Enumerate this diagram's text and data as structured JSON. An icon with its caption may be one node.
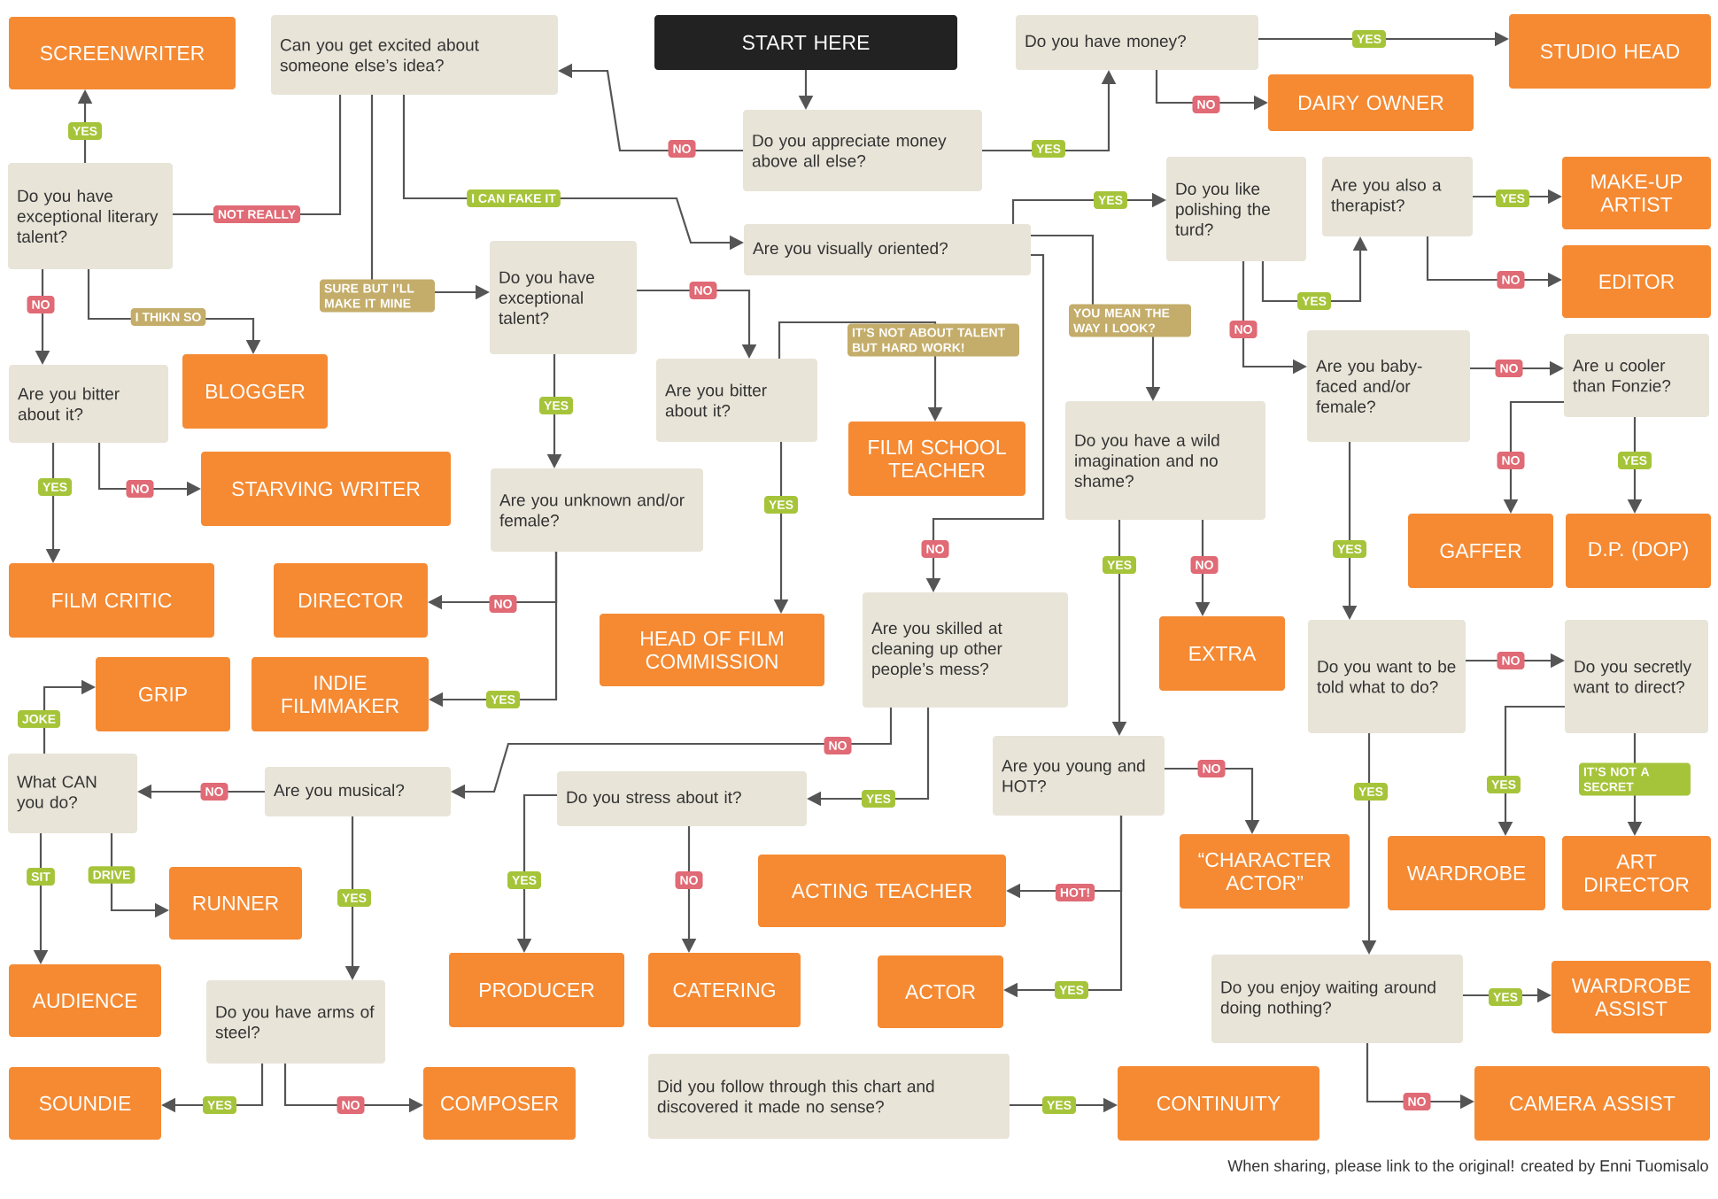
{
  "diagram": {
    "nodes": [
      {
        "text": [
          "START HERE"
        ]
      },
      {
        "text": [
          "Do you appreciate money above all else?"
        ]
      },
      {
        "text": [
          "Can you get excited about someone else’s idea?"
        ]
      },
      {
        "text": [
          "Do you have money?"
        ]
      },
      {
        "text": [
          "STUDIO HEAD"
        ]
      },
      {
        "text": [
          "DAIRY OWNER"
        ]
      },
      {
        "text": [
          "SCREENWRITER"
        ]
      },
      {
        "text": [
          "Do you have exceptional literary talent?"
        ]
      },
      {
        "text": [
          "BLOGGER"
        ]
      },
      {
        "text": [
          "Are you bitter about it?"
        ]
      },
      {
        "text": [
          "STARVING WRITER"
        ]
      },
      {
        "text": [
          "FILM CRITIC"
        ]
      },
      {
        "text": [
          "Do you have exceptional talent?"
        ]
      },
      {
        "text": [
          "Are you bitter about it?"
        ]
      },
      {
        "text": [
          "Are you unknown and/or female?"
        ]
      },
      {
        "text": [
          "DIRECTOR"
        ]
      },
      {
        "text": [
          "INDIE FILMMAKER"
        ]
      },
      {
        "text": [
          "HEAD OF FILM COMMISSION"
        ]
      },
      {
        "text": [
          "FILM SCHOOL TEACHER"
        ]
      },
      {
        "text": [
          "Are you visually oriented?"
        ]
      },
      {
        "text": [
          "Do you like polishing the turd?"
        ]
      },
      {
        "text": [
          "Are you also a therapist?"
        ]
      },
      {
        "text": [
          "MAKE-UP ARTIST"
        ]
      },
      {
        "text": [
          "EDITOR"
        ]
      },
      {
        "text": [
          "Are you baby-faced and/or female?"
        ]
      },
      {
        "text": [
          "Are u cooler than Fonzie?"
        ]
      },
      {
        "text": [
          "GAFFER"
        ]
      },
      {
        "text": [
          "D.P. (DOP)"
        ]
      },
      {
        "text": [
          "Do you have a wild imagination and no shame?"
        ]
      },
      {
        "text": [
          "EXTRA"
        ]
      },
      {
        "text": [
          "Do you want to be told what to do?"
        ]
      },
      {
        "text": [
          "Do you secretly want to direct?"
        ]
      },
      {
        "text": [
          "WARDROBE"
        ]
      },
      {
        "text": [
          "ART DIRECTOR"
        ]
      },
      {
        "text": [
          "Are you skilled at cleaning up other people’s mess?"
        ]
      },
      {
        "text": [
          "Are you musical?"
        ]
      },
      {
        "text": [
          "Do you stress about it?"
        ]
      },
      {
        "text": [
          "Are you young and HOT?"
        ]
      },
      {
        "text": [
          "“CHARACTER ACTOR”"
        ]
      },
      {
        "text": [
          "ACTING TEACHER"
        ]
      },
      {
        "text": [
          "ACTOR"
        ]
      },
      {
        "text": [
          "Do you enjoy waiting around doing nothing?"
        ]
      },
      {
        "text": [
          "WARDROBE ASSIST"
        ]
      },
      {
        "text": [
          "CAMERA ASSIST"
        ]
      },
      {
        "text": [
          "What CAN you do?"
        ]
      },
      {
        "text": [
          "GRIP"
        ]
      },
      {
        "text": [
          "RUNNER"
        ]
      },
      {
        "text": [
          "AUDIENCE"
        ]
      },
      {
        "text": [
          "Do you have arms of steel?"
        ]
      },
      {
        "text": [
          "SOUNDIE"
        ]
      },
      {
        "text": [
          "COMPOSER"
        ]
      },
      {
        "text": [
          "PRODUCER"
        ]
      },
      {
        "text": [
          "CATERING"
        ]
      },
      {
        "text": [
          "Did you follow through this chart and discovered it made no sense?"
        ]
      },
      {
        "text": [
          "CONTINUITY"
        ]
      }
    ],
    "edges": [
      {
        "from": 0,
        "to": 1,
        "arrow": "to"
      },
      {
        "from": 1,
        "to": 2,
        "arrow": "to",
        "label": "NO"
      },
      {
        "from": 1,
        "to": 3,
        "arrow": "to",
        "label": "YES"
      },
      {
        "from": 3,
        "to": 4,
        "arrow": "to",
        "label": "YES"
      },
      {
        "from": 3,
        "to": 5,
        "arrow": "to",
        "label": "NO"
      },
      {
        "from": 2,
        "to": 7,
        "arrow": "none",
        "label": "NOT REALLY"
      },
      {
        "from": 2,
        "to": 19,
        "arrow": "to",
        "label": "I CAN FAKE IT"
      },
      {
        "from": 2,
        "to": 12,
        "arrow": "to",
        "label": "SURE BUT I’LL MAKE IT MINE"
      },
      {
        "from": 7,
        "to": 6,
        "arrow": "to",
        "label": "YES"
      },
      {
        "from": 7,
        "to": 9,
        "arrow": "to",
        "label": "NO"
      },
      {
        "from": 7,
        "to": 8,
        "arrow": "to",
        "label": "I THIKN SO"
      },
      {
        "from": 9,
        "to": 11,
        "arrow": "to",
        "label": "YES"
      },
      {
        "from": 9,
        "to": 10,
        "arrow": "to",
        "label": "NO"
      },
      {
        "from": 12,
        "to": 13,
        "arrow": "to",
        "label": "NO"
      },
      {
        "from": 12,
        "to": 14,
        "arrow": "to",
        "label": "YES"
      },
      {
        "from": 14,
        "to": 15,
        "arrow": "to",
        "label": "NO"
      },
      {
        "from": 14,
        "to": 16,
        "arrow": "to",
        "label": "YES"
      },
      {
        "from": 13,
        "to": 17,
        "arrow": "to",
        "label": "YES"
      },
      {
        "from": 13,
        "to": 18,
        "arrow": "to",
        "label": "IT’S NOT ABOUT TALENT BUT HARD WORK!"
      },
      {
        "from": 19,
        "to": 20,
        "arrow": "to",
        "label": "YES"
      },
      {
        "from": 19,
        "to": 28,
        "arrow": "to",
        "label": "YOU MEAN THE WAY I LOOK?"
      },
      {
        "from": 19,
        "to": 34,
        "arrow": "to",
        "label": "NO"
      },
      {
        "from": 20,
        "to": 21,
        "arrow": "to",
        "label": "YES"
      },
      {
        "from": 20,
        "to": 24,
        "arrow": "to",
        "label": "NO"
      },
      {
        "from": 21,
        "to": 22,
        "arrow": "to",
        "label": "YES"
      },
      {
        "from": 21,
        "to": 23,
        "arrow": "to",
        "label": "NO"
      },
      {
        "from": 24,
        "to": 25,
        "arrow": "to",
        "label": "NO"
      },
      {
        "from": 25,
        "to": 26,
        "arrow": "to",
        "label": "NO"
      },
      {
        "from": 25,
        "to": 27,
        "arrow": "to",
        "label": "YES"
      },
      {
        "from": 24,
        "to": 30,
        "arrow": "to",
        "label": "YES"
      },
      {
        "from": 28,
        "to": 29,
        "arrow": "to",
        "label": "NO"
      },
      {
        "from": 28,
        "to": 37,
        "arrow": "to",
        "label": "YES"
      },
      {
        "from": 30,
        "to": 31,
        "arrow": "to",
        "label": "NO"
      },
      {
        "from": 30,
        "to": 41,
        "arrow": "to",
        "label": "YES"
      },
      {
        "from": 31,
        "to": 32,
        "arrow": "to",
        "label": "YES"
      },
      {
        "from": 31,
        "to": 33,
        "arrow": "to",
        "label": "IT’S NOT A SECRET"
      },
      {
        "from": 37,
        "to": 38,
        "arrow": "to",
        "label": "NO"
      },
      {
        "from": 37,
        "to": 39,
        "arrow": "to",
        "label": "HOT!"
      },
      {
        "from": 37,
        "to": 40,
        "arrow": "to",
        "label": "YES"
      },
      {
        "from": 34,
        "to": 35,
        "arrow": "to",
        "label": "NO"
      },
      {
        "from": 34,
        "to": 36,
        "arrow": "to",
        "label": "YES"
      },
      {
        "from": 35,
        "to": 44,
        "arrow": "to",
        "label": "NO"
      },
      {
        "from": 35,
        "to": 48,
        "arrow": "to",
        "label": "YES"
      },
      {
        "from": 36,
        "to": 51,
        "arrow": "to",
        "label": "YES"
      },
      {
        "from": 36,
        "to": 52,
        "arrow": "to",
        "label": "NO"
      },
      {
        "from": 44,
        "to": 45,
        "arrow": "to",
        "label": "JOKE"
      },
      {
        "from": 44,
        "to": 47,
        "arrow": "to",
        "label": "SIT"
      },
      {
        "from": 44,
        "to": 46,
        "arrow": "to",
        "label": "DRIVE"
      },
      {
        "from": 48,
        "to": 49,
        "arrow": "to",
        "label": "YES"
      },
      {
        "from": 48,
        "to": 50,
        "arrow": "to",
        "label": "NO"
      },
      {
        "from": 41,
        "to": 42,
        "arrow": "to",
        "label": "YES"
      },
      {
        "from": 41,
        "to": 43,
        "arrow": "to",
        "label": "NO"
      },
      {
        "from": 53,
        "to": 54,
        "arrow": "to",
        "label": "YES"
      }
    ],
    "labels": [
      "When sharing, please link to the original! created by Enni Tuomisalo"
    ]
  }
}
